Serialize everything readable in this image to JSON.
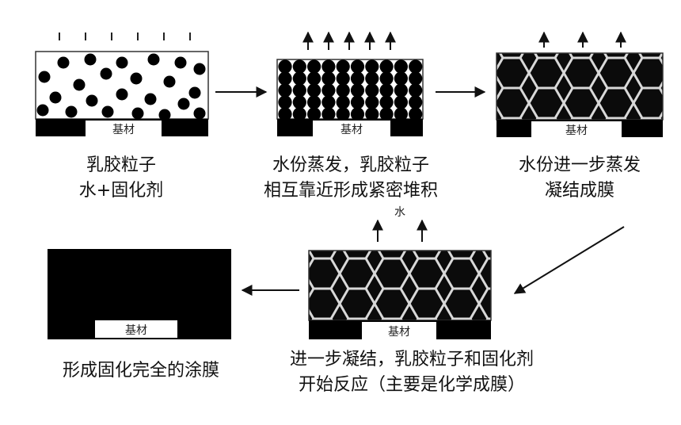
{
  "substrate_label": "基材",
  "water_label": "水",
  "stages": [
    {
      "id": "stage1",
      "lines": [
        "乳胶粒子",
        "水+固化剂"
      ]
    },
    {
      "id": "stage2",
      "lines": [
        "水份蒸发，乳胶粒子",
        "相互靠近形成紧密堆积"
      ]
    },
    {
      "id": "stage3",
      "lines": [
        "水份进一步蒸发",
        "凝结成膜"
      ]
    },
    {
      "id": "stage4",
      "lines": [
        "进一步凝结，乳胶粒子和固化剂",
        "开始反应（主要是化学成膜）"
      ]
    },
    {
      "id": "stage5",
      "lines": [
        "形成固化完全的涂膜"
      ]
    }
  ],
  "colors": {
    "ink": "#111111",
    "paper": "#ffffff",
    "mesh": "#d8d8d8"
  }
}
